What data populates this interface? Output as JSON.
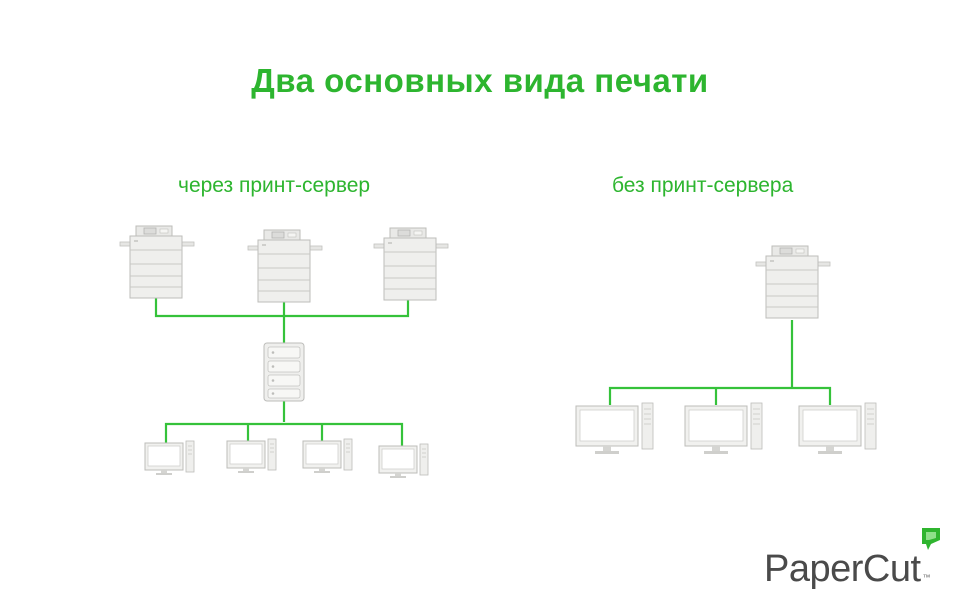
{
  "title": "Два основных вида печати",
  "left_section": {
    "label": "через принт-сервер"
  },
  "right_section": {
    "label": "без принт-сервера"
  },
  "logo": {
    "text": "PaperCut",
    "tm": "™"
  },
  "colors": {
    "accent_green": "#2db52f",
    "line_green": "#35c23a",
    "device_fill": "#eeeeec",
    "device_stroke": "#bdbdba",
    "logo_gray": "#4a4a4a"
  },
  "icons": [
    "printer-icon",
    "server-icon",
    "computer-icon",
    "papercut-logo-icon"
  ]
}
